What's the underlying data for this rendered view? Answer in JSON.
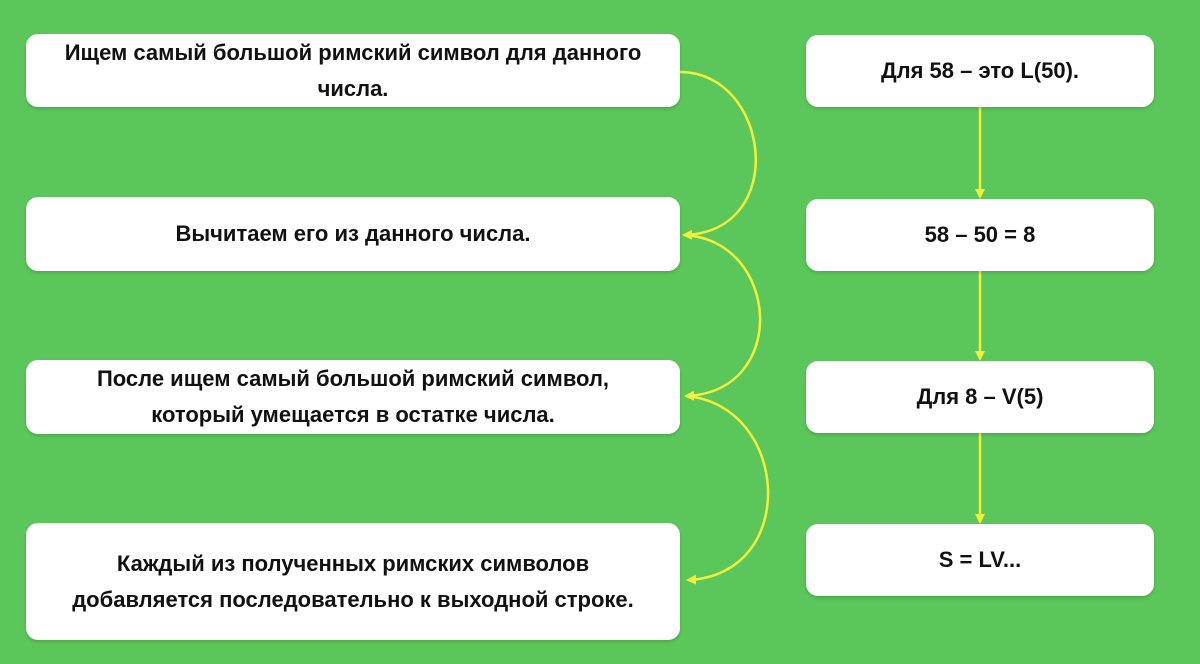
{
  "colors": {
    "background": "#5bc65a",
    "box": "#ffffff",
    "arrow": "#f3f03c",
    "text": "#111111"
  },
  "left_steps": [
    {
      "text": "Ищем самый большой римский символ для данного числа."
    },
    {
      "text": "Вычитаем его из данного числа."
    },
    {
      "text": "После ищем самый большой римский символ, который умещается в остатке числа."
    },
    {
      "text": "Каждый из полученных римских символов добавляется последовательно к выходной строке."
    }
  ],
  "right_steps": [
    {
      "text": "Для 58 – это L(50)."
    },
    {
      "text": "58 – 50 = 8"
    },
    {
      "text": "Для 8 – V(5)"
    },
    {
      "text": "S = LV..."
    }
  ]
}
